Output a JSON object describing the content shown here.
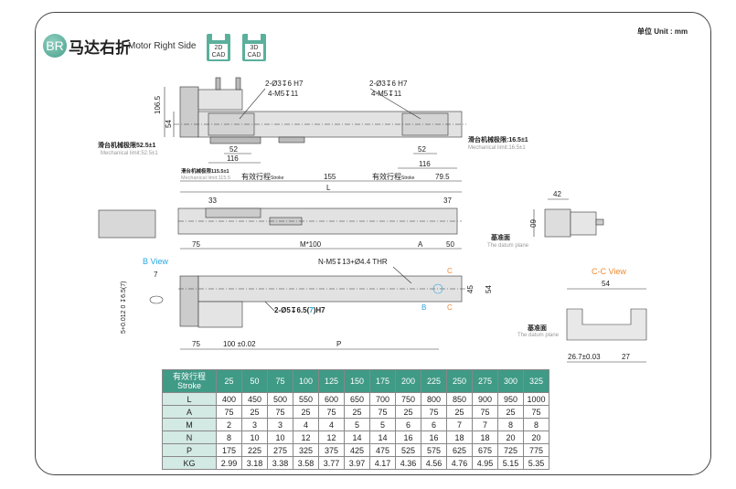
{
  "header": {
    "badge": "BR",
    "title_cn": "马达右折",
    "title_en": "Motor Right Side",
    "cad_2d": [
      "2D",
      "CAD"
    ],
    "cad_3d": [
      "3D",
      "CAD"
    ],
    "unit": "单位 Unit : mm"
  },
  "drawing": {
    "top_view": {
      "hole_note_left": "2-Ø3↧6 H7",
      "tap_note_left": "4-M5↧11",
      "hole_note_right": "2-Ø3↧6 H7",
      "tap_note_right": "4-M5↧11",
      "dim_height": "106.5",
      "dim_54": "54",
      "dim_52_left": "52",
      "dim_116_left": "116",
      "dim_52_right": "52",
      "dim_116_right": "116",
      "limit_left_cn": "滑台机械极限52.5±1",
      "limit_left_en": "Mechanical limit:52.5±1",
      "limit_right_cn": "滑台机械极限:16.5±1",
      "limit_right_en": "Mechanical limit:16.5±1",
      "limit_mid_cn": "滑台机械极限115.5±1",
      "limit_mid_en": "Mechanical limit:115.5",
      "stroke_1": "有效行程",
      "stroke_1_en": "Stroke",
      "dim_155": "155",
      "stroke_2": "有效行程",
      "stroke_2_en": "Stroke",
      "dim_79_5": "79.5",
      "dim_L": "L"
    },
    "side_view": {
      "dim_33": "33",
      "dim_37": "37",
      "datum_cn": "基准面",
      "datum_en": "The datum plane"
    },
    "end_view": {
      "dim_42": "42",
      "dim_60": "60"
    },
    "bottom_view": {
      "dim_75_top": "75",
      "dim_M100": "M*100",
      "dim_A": "A",
      "dim_50": "50",
      "thr_note": "N-M5↧13+Ø4.4 THR",
      "pin_note_pre": "2-Ø5↧6.5(",
      "pin_note_mid": "7",
      "pin_note_post": ")H7",
      "dim_45": "45",
      "dim_54": "54",
      "dim_75_bot": "75",
      "dim_100": "100 ±0.02",
      "dim_P": "P",
      "c_label": "C",
      "b_label": "B"
    },
    "b_view": {
      "title": "B View",
      "dim_7": "7",
      "tol": "5+0.012 0 ↧6.5(7)"
    },
    "cc_view": {
      "title": "C-C View",
      "dim_54": "54",
      "dim_26_7": "26.7±0.03",
      "dim_27": "27",
      "datum_cn": "基准面",
      "datum_en": "The datum plane"
    }
  },
  "table": {
    "header_cn": "有效行程",
    "header_en": "Stroke",
    "strokes": [
      "25",
      "50",
      "75",
      "100",
      "125",
      "150",
      "175",
      "200",
      "225",
      "250",
      "275",
      "300",
      "325"
    ],
    "rows": [
      {
        "label": "L",
        "values": [
          "400",
          "450",
          "500",
          "550",
          "600",
          "650",
          "700",
          "750",
          "800",
          "850",
          "900",
          "950",
          "1000"
        ]
      },
      {
        "label": "A",
        "values": [
          "75",
          "25",
          "75",
          "25",
          "75",
          "25",
          "75",
          "25",
          "75",
          "25",
          "75",
          "25",
          "75"
        ]
      },
      {
        "label": "M",
        "values": [
          "2",
          "3",
          "3",
          "4",
          "4",
          "5",
          "5",
          "6",
          "6",
          "7",
          "7",
          "8",
          "8"
        ]
      },
      {
        "label": "N",
        "values": [
          "8",
          "10",
          "10",
          "12",
          "12",
          "14",
          "14",
          "16",
          "16",
          "18",
          "18",
          "20",
          "20"
        ]
      },
      {
        "label": "P",
        "values": [
          "175",
          "225",
          "275",
          "325",
          "375",
          "425",
          "475",
          "525",
          "575",
          "625",
          "675",
          "725",
          "775"
        ]
      },
      {
        "label": "KG",
        "values": [
          "2.99",
          "3.18",
          "3.38",
          "3.58",
          "3.77",
          "3.97",
          "4.17",
          "4.36",
          "4.56",
          "4.76",
          "4.95",
          "5.15",
          "5.35"
        ]
      }
    ]
  },
  "colors": {
    "accent": "#3f9a86",
    "blue": "#2aa6e0",
    "orange": "#f08a30"
  }
}
